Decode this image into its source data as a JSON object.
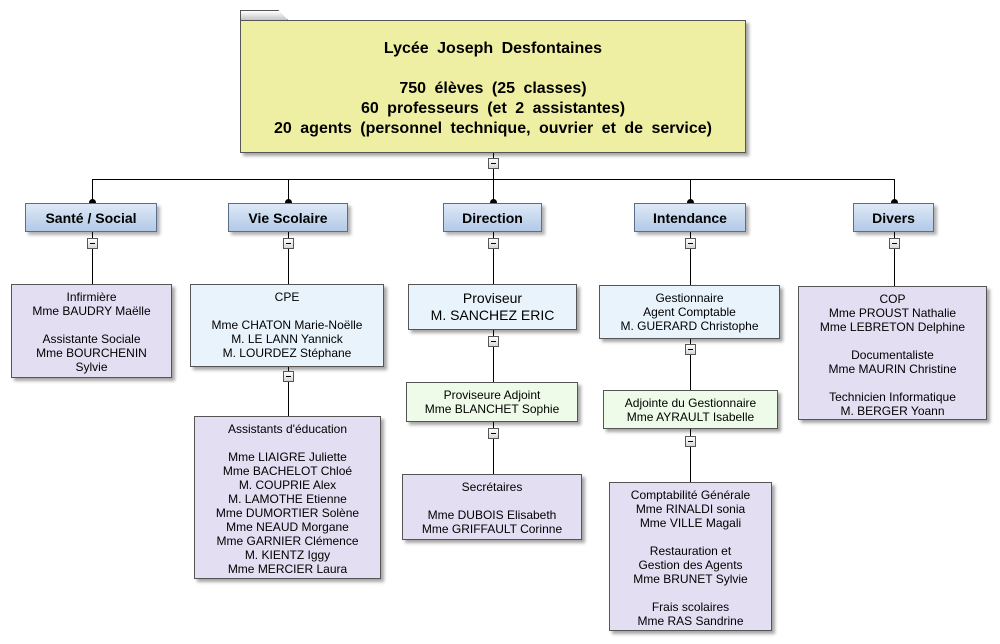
{
  "root": {
    "title": "Lycée Joseph Desfontaines",
    "lines": [
      "750 élèves (25 classes)",
      "60 professeurs (et 2 assistantes)",
      "20 agents (personnel technique, ouvrier et de service)"
    ]
  },
  "departments": {
    "sante": "Santé / Social",
    "vie": "Vie Scolaire",
    "direction": "Direction",
    "intendance": "Intendance",
    "divers": "Divers"
  },
  "nodes": {
    "infirmiere": [
      "Infirmière",
      "Mme BAUDRY Maëlle",
      "",
      "Assistante Sociale",
      "Mme BOURCHENIN",
      "Sylvie"
    ],
    "cpe": [
      "CPE",
      "",
      "Mme CHATON Marie-Noëlle",
      "M. LE LANN Yannick",
      "M. LOURDEZ Stéphane"
    ],
    "assistants": [
      "Assistants d'éducation",
      "",
      "Mme LIAIGRE Juliette",
      "Mme BACHELOT Chloé",
      "M. COUPRIE Alex",
      "M. LAMOTHE Etienne",
      "Mme DUMORTIER Solène",
      "Mme NEAUD Morgane",
      "Mme GARNIER Clémence",
      "M. KIENTZ Iggy",
      "Mme MERCIER Laura"
    ],
    "proviseur": [
      "Proviseur",
      "M. SANCHEZ ERIC"
    ],
    "adjoint": [
      "Proviseure Adjoint",
      "Mme BLANCHET Sophie"
    ],
    "secretaires": [
      "Secrétaires",
      "",
      "Mme DUBOIS Elisabeth",
      "Mme GRIFFAULT Corinne"
    ],
    "gestionnaire": [
      "Gestionnaire",
      "Agent Comptable",
      "M. GUERARD Christophe"
    ],
    "adjointe_gest": [
      "Adjointe du Gestionnaire",
      "Mme AYRAULT Isabelle"
    ],
    "comptabilite": [
      "Comptabilité Générale",
      "Mme RINALDI sonia",
      "Mme VILLE Magali",
      "",
      "Restauration et",
      "Gestion des Agents",
      "Mme BRUNET Sylvie",
      "",
      "Frais scolaires",
      "Mme RAS Sandrine"
    ],
    "cop": [
      "COP",
      "Mme PROUST Nathalie",
      "Mme LEBRETON Delphine",
      "",
      "Documentaliste",
      "Mme MAURIN Christine",
      "",
      "Technicien Informatique",
      "M. BERGER Yoann"
    ]
  },
  "colors": {
    "root": "#eeefa2",
    "department": "#c6d7ee",
    "lavender": "#e3def1",
    "light_blue": "#e8f3fc",
    "light_green": "#eefbe8"
  }
}
